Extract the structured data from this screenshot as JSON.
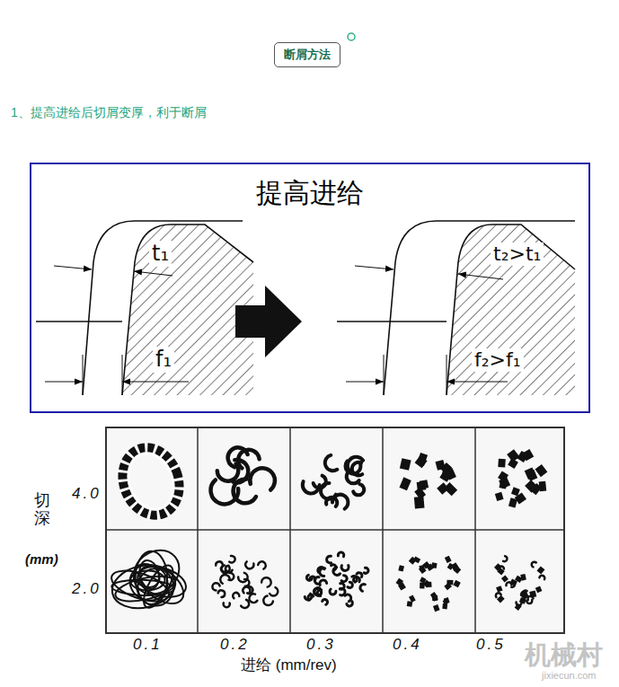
{
  "diagram": {
    "nodes": [
      {
        "text": [
          "断屑方法"
        ]
      },
      {
        "text": [
          "提高进给"
        ]
      }
    ],
    "labels": [
      "1、提高进给后切屑变厚，利于断屑",
      "t₁",
      "f₁",
      "t₂>t₁",
      "f₂>f₁",
      "切深",
      "(mm)",
      "4.0",
      "2.0",
      "0.1",
      "0.2",
      "0.3",
      "0.4",
      "0.5",
      "进给 (mm/rev)",
      "机械村",
      "jixiecun.com"
    ]
  }
}
